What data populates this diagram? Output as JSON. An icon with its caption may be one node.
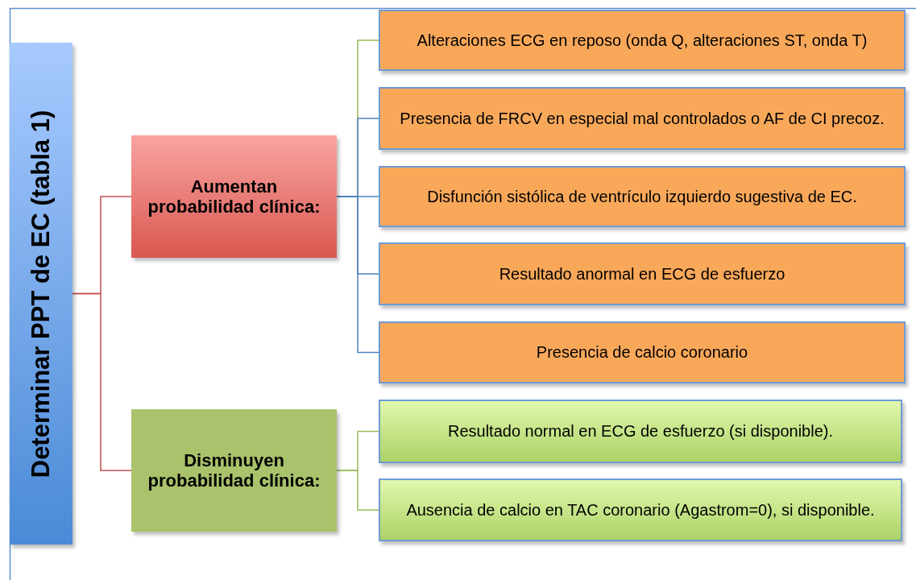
{
  "diagram": {
    "nodes": [
      {
        "text": [
          "Determinar PPT de EC (tabla 1)"
        ]
      },
      {
        "text": [
          "Aumentan probabilidad clínica:"
        ]
      },
      {
        "text": [
          "Disminuyen probabilidad clínica:"
        ]
      },
      {
        "text": [
          "Alteraciones ECG en reposo (onda Q, alteraciones ST, onda T)"
        ]
      },
      {
        "text": [
          "Presencia de FRCV en especial mal controlados o AF de CI precoz."
        ]
      },
      {
        "text": [
          "Disfunción sistólica de ventrículo izquierdo sugestiva de EC."
        ]
      },
      {
        "text": [
          "Resultado anormal en ECG de esfuerzo"
        ]
      },
      {
        "text": [
          "Presencia de calcio coronario"
        ]
      },
      {
        "text": [
          "Resultado normal en ECG de esfuerzo (si disponible)."
        ]
      },
      {
        "text": [
          "Ausencia de calcio en TAC coronario (Agastrom=0), si disponible."
        ]
      }
    ],
    "edges": [
      {
        "from": 0,
        "to": 1,
        "arrow": "none",
        "color": "#c0504d"
      },
      {
        "from": 0,
        "to": 2,
        "arrow": "none",
        "color": "#c0504d"
      },
      {
        "from": 1,
        "to": 3,
        "arrow": "none",
        "color": "#9bbb59"
      },
      {
        "from": 1,
        "to": 4,
        "arrow": "none"
      },
      {
        "from": 1,
        "to": 5,
        "arrow": "none"
      },
      {
        "from": 1,
        "to": 6,
        "arrow": "none"
      },
      {
        "from": 1,
        "to": 7,
        "arrow": "none"
      },
      {
        "from": 2,
        "to": 8,
        "arrow": "none",
        "color": "#9bbb59"
      },
      {
        "from": 2,
        "to": 9,
        "arrow": "none",
        "color": "#9bbb59"
      }
    ]
  }
}
